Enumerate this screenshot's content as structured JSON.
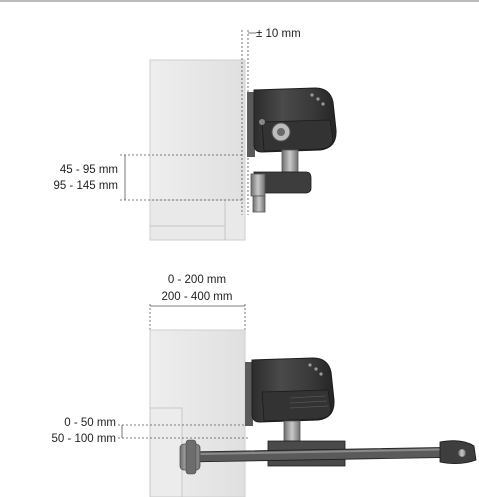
{
  "diagram": {
    "top_view": {
      "tolerance_label": "± 10 mm",
      "height_range_1": "45 - 95 mm",
      "height_range_2": "95 - 145 mm"
    },
    "bottom_view": {
      "width_range_1": "0 - 200 mm",
      "width_range_2": "200 - 400 mm",
      "height_range_1": "0 - 50 mm",
      "height_range_2": "50 - 100 mm"
    }
  },
  "colors": {
    "wall": "#e6e6e6",
    "wall_edge": "#c8c8c8",
    "motor_body": "#3c3c3c",
    "motor_dark": "#2a2a2a",
    "metal": "#8f8f8f",
    "arm": "#4a4a4a",
    "dimension": "#555555"
  }
}
